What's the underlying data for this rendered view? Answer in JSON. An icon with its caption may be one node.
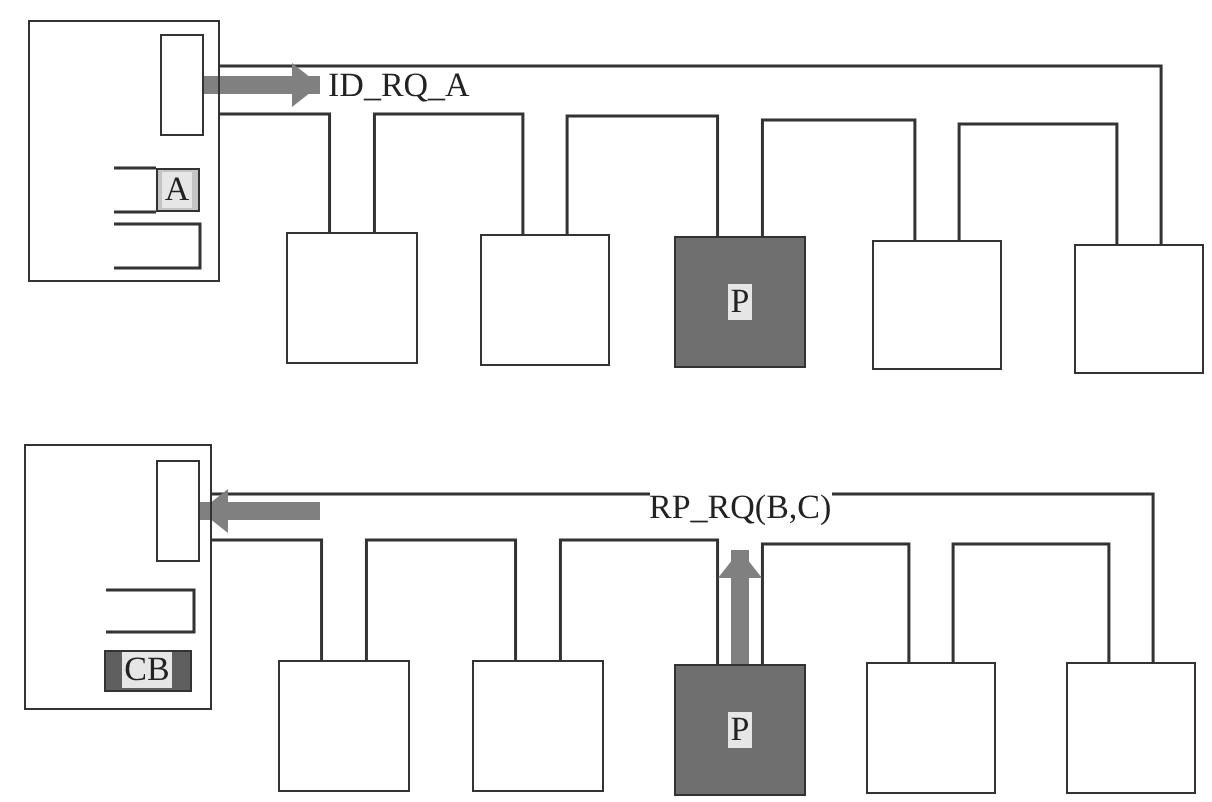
{
  "diagram": {
    "nodes": [
      {
        "text": [],
        "shape": "box"
      },
      {
        "text": [],
        "shape": "box",
        "in": 0
      },
      {
        "text": [
          "A"
        ],
        "in": 0
      },
      {
        "text": [],
        "shape": "box"
      },
      {
        "text": [],
        "shape": "box"
      },
      {
        "text": [
          "P"
        ]
      },
      {
        "text": [],
        "shape": "box"
      },
      {
        "text": [],
        "shape": "box"
      },
      {
        "text": [],
        "shape": "box"
      },
      {
        "text": [],
        "shape": "box",
        "in": 8
      },
      {
        "text": [
          "CB"
        ],
        "in": 8
      },
      {
        "text": [],
        "shape": "box"
      },
      {
        "text": [],
        "shape": "box"
      },
      {
        "text": [
          "P"
        ]
      },
      {
        "text": [],
        "shape": "box"
      },
      {
        "text": [],
        "shape": "box"
      }
    ],
    "edges": [
      {
        "from": 0,
        "to": 3,
        "arrow": "none"
      },
      {
        "from": 3,
        "to": 4,
        "arrow": "none"
      },
      {
        "from": 4,
        "to": 5,
        "arrow": "none"
      },
      {
        "from": 5,
        "to": 6,
        "arrow": "none"
      },
      {
        "from": 6,
        "to": 7,
        "arrow": "none"
      },
      {
        "from": 7,
        "to": 0,
        "arrow": "none"
      },
      {
        "from": 1,
        "to": null,
        "arrow": "to",
        "label": "ID_RQ_A",
        "style": "thick",
        "color": "#808080"
      },
      {
        "from": 8,
        "to": 11,
        "arrow": "none"
      },
      {
        "from": 11,
        "to": 12,
        "arrow": "none"
      },
      {
        "from": 12,
        "to": 13,
        "arrow": "none"
      },
      {
        "from": 13,
        "to": 14,
        "arrow": "none"
      },
      {
        "from": 14,
        "to": 15,
        "arrow": "none"
      },
      {
        "from": 15,
        "to": 8,
        "arrow": "none"
      },
      {
        "from": null,
        "to": 9,
        "arrow": "to",
        "style": "thick",
        "color": "#808080"
      },
      {
        "from": 13,
        "to": null,
        "arrow": "to",
        "label": "RP_RQ(B,C)",
        "style": "thick",
        "color": "#808080"
      }
    ]
  }
}
